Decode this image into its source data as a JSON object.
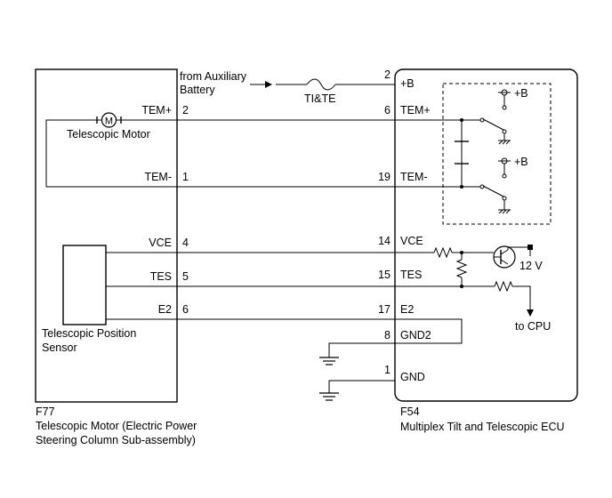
{
  "left_component": {
    "code": "F77",
    "name_line1": "Telescopic Motor (Electric Power",
    "name_line2": "Steering Column Sub-assembly)",
    "motor_label": "Telescopic Motor",
    "sensor_label_line1": "Telescopic Position",
    "sensor_label_line2": "Sensor",
    "pins": [
      {
        "name": "TEM+",
        "number": "2"
      },
      {
        "name": "TEM-",
        "number": "1"
      },
      {
        "name": "VCE",
        "number": "4"
      },
      {
        "name": "TES",
        "number": "5"
      },
      {
        "name": "E2",
        "number": "6"
      }
    ]
  },
  "right_component": {
    "code": "F54",
    "name": "Multiplex Tilt and Telescopic ECU",
    "pins": [
      {
        "name": "+B",
        "number": "2"
      },
      {
        "name": "TEM+",
        "number": "6"
      },
      {
        "name": "TEM-",
        "number": "19"
      },
      {
        "name": "VCE",
        "number": "14"
      },
      {
        "name": "TES",
        "number": "15"
      },
      {
        "name": "E2",
        "number": "17"
      },
      {
        "name": "GND2",
        "number": "8"
      },
      {
        "name": "GND",
        "number": "1"
      }
    ],
    "supply_label_1": "+B",
    "supply_label_2": "+B",
    "voltage_label": "12 V",
    "cpu_label": "to CPU"
  },
  "source": {
    "line1": "from Auxiliary",
    "line2": "Battery",
    "fuse_label": "TI&TE"
  }
}
